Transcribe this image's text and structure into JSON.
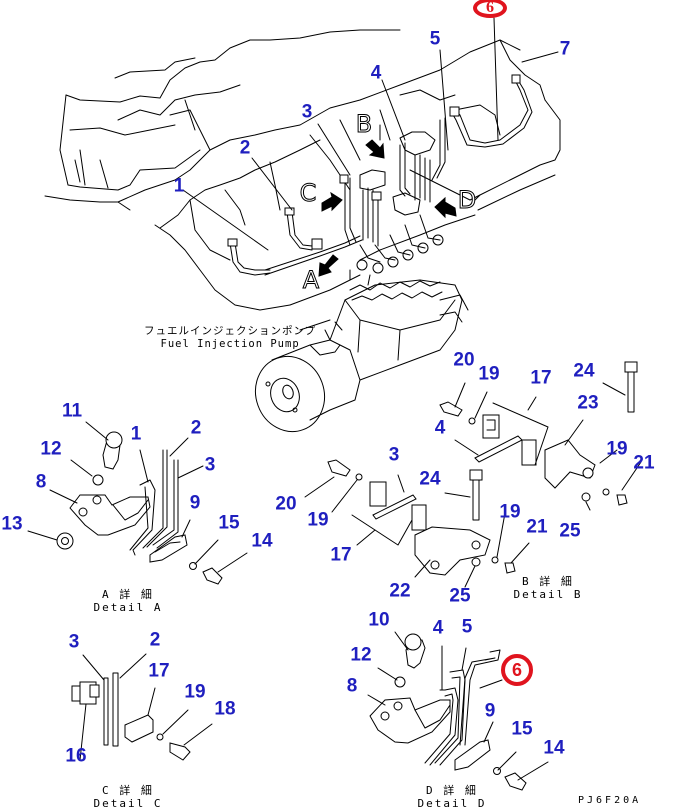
{
  "diagram": {
    "title": "Fuel Injection Pump Piping Parts Diagram",
    "main_assembly_label_jp": "フュエルインジェクションポンプ",
    "main_assembly_label_en": "Fuel Injection Pump",
    "drawing_number": "PJ6F20A",
    "highlight_color": "#e0141e",
    "callout_color": "#1f1fbf",
    "highlighted_part": "6",
    "view_markers": [
      "A",
      "B",
      "C",
      "D"
    ],
    "main_view": {
      "callouts": [
        "1",
        "2",
        "3",
        "4",
        "5",
        "7"
      ],
      "highlighted_callout": "6"
    },
    "details": [
      {
        "id": "A",
        "caption_jp": "A 詳 細",
        "caption_en": "Detail A",
        "callouts": [
          "11",
          "1",
          "2",
          "12",
          "3",
          "8",
          "9",
          "13",
          "15",
          "14"
        ]
      },
      {
        "id": "B",
        "caption_jp": "B 詳 細",
        "caption_en": "Detail B",
        "callouts": [
          "20",
          "19",
          "17",
          "24",
          "23",
          "4",
          "19",
          "21",
          "3",
          "24",
          "20",
          "19",
          "25",
          "19",
          "21",
          "17",
          "22",
          "25"
        ]
      },
      {
        "id": "C",
        "caption_jp": "C 詳 細",
        "caption_en": "Detail C",
        "callouts": [
          "3",
          "2",
          "17",
          "19",
          "18",
          "16"
        ]
      },
      {
        "id": "D",
        "caption_jp": "D 詳 細",
        "caption_en": "Detail D",
        "callouts": [
          "10",
          "4",
          "5",
          "12",
          "8",
          "9",
          "15",
          "14"
        ],
        "highlighted_callout": "6"
      }
    ]
  }
}
